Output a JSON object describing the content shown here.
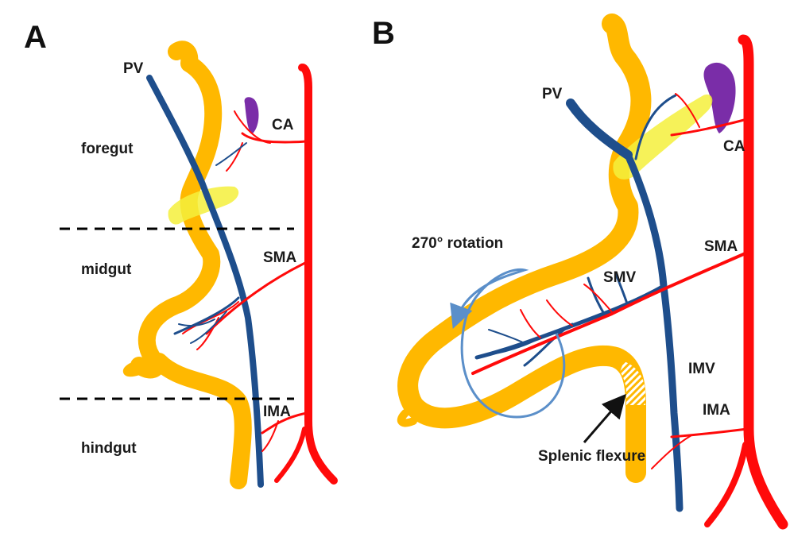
{
  "panels": [
    {
      "letter": "A",
      "labels": {
        "pv": "PV",
        "ca": "CA",
        "sma": "SMA",
        "ima": "IMA",
        "foregut": "foregut",
        "midgut": "midgut",
        "hindgut": "hindgut"
      }
    },
    {
      "letter": "B",
      "labels": {
        "pv": "PV",
        "ca": "CA",
        "sma": "SMA",
        "smv": "SMV",
        "imv": "IMV",
        "ima": "IMA",
        "rotation": "270° rotation",
        "splenic_flexure": "Splenic flexure"
      }
    }
  ],
  "colors": {
    "gut": "#FFB800",
    "artery": "#FF0A0A",
    "vein": "#1E4E8C",
    "pancreas": "#F5F03C",
    "spleen": "#7A2DA8",
    "rotation_arrow": "#5B8FC9",
    "divider": "#000000",
    "text": "#1a1a1a"
  },
  "icons": [
    "rotation-arrow-icon",
    "pointer-arrow-icon"
  ]
}
